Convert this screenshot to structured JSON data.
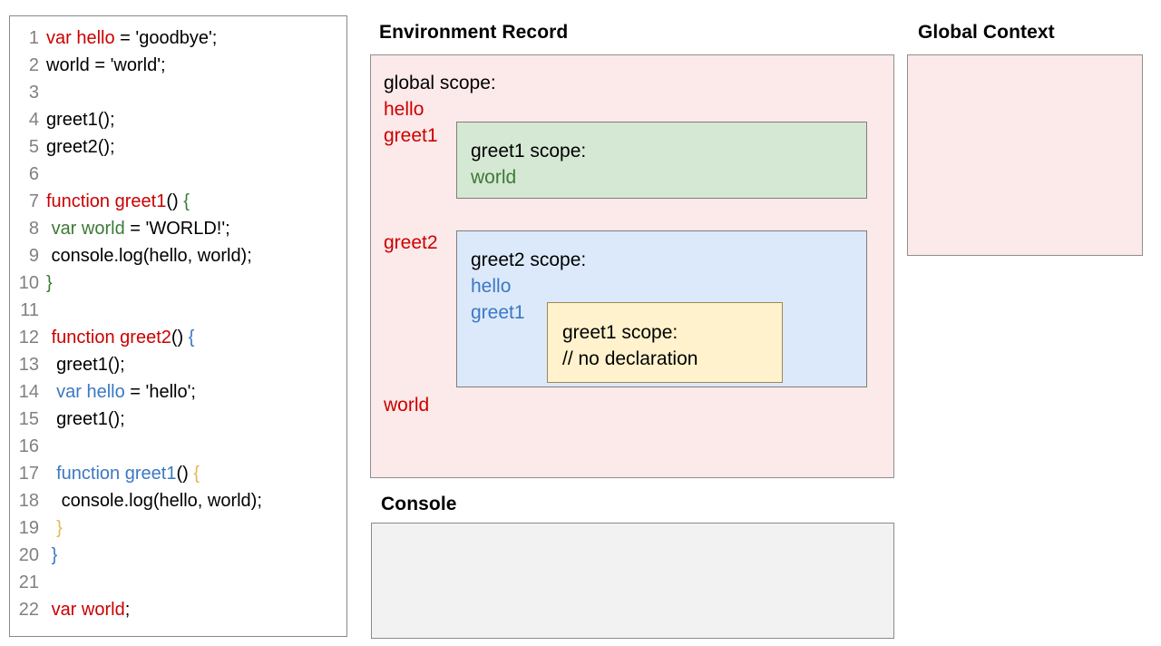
{
  "code_panel": {
    "name": "source-code",
    "lines": [
      {
        "n": "1",
        "tokens": [
          {
            "t": "var hello",
            "c": "red"
          },
          {
            "t": " = 'goodbye';",
            "c": "black"
          }
        ]
      },
      {
        "n": "2",
        "tokens": [
          {
            "t": "world = 'world';",
            "c": "black"
          }
        ]
      },
      {
        "n": "3",
        "tokens": [
          {
            "t": "",
            "c": "black"
          }
        ]
      },
      {
        "n": "4",
        "tokens": [
          {
            "t": "greet1();",
            "c": "black"
          }
        ]
      },
      {
        "n": "5",
        "tokens": [
          {
            "t": "greet2();",
            "c": "black"
          }
        ]
      },
      {
        "n": "6",
        "tokens": [
          {
            "t": "",
            "c": "black"
          }
        ]
      },
      {
        "n": "7",
        "tokens": [
          {
            "t": "function greet1",
            "c": "red"
          },
          {
            "t": "() ",
            "c": "black"
          },
          {
            "t": "{",
            "c": "green"
          }
        ]
      },
      {
        "n": "8",
        "tokens": [
          {
            "t": " ",
            "c": "black"
          },
          {
            "t": "var world",
            "c": "green"
          },
          {
            "t": " = 'WORLD!';",
            "c": "black"
          }
        ]
      },
      {
        "n": "9",
        "tokens": [
          {
            "t": " console.log(hello, world);",
            "c": "black"
          }
        ]
      },
      {
        "n": "10",
        "tokens": [
          {
            "t": "}",
            "c": "green"
          }
        ]
      },
      {
        "n": "11",
        "tokens": [
          {
            "t": "",
            "c": "black"
          }
        ]
      },
      {
        "n": "12",
        "tokens": [
          {
            "t": " ",
            "c": "black"
          },
          {
            "t": "function greet2",
            "c": "red"
          },
          {
            "t": "() ",
            "c": "black"
          },
          {
            "t": "{",
            "c": "blue"
          }
        ]
      },
      {
        "n": "13",
        "tokens": [
          {
            "t": "  greet1();",
            "c": "black"
          }
        ]
      },
      {
        "n": "14",
        "tokens": [
          {
            "t": "  ",
            "c": "black"
          },
          {
            "t": "var hello",
            "c": "blue"
          },
          {
            "t": " = 'hello';",
            "c": "black"
          }
        ]
      },
      {
        "n": "15",
        "tokens": [
          {
            "t": "  greet1();",
            "c": "black"
          }
        ]
      },
      {
        "n": "16",
        "tokens": [
          {
            "t": "",
            "c": "black"
          }
        ]
      },
      {
        "n": "17",
        "tokens": [
          {
            "t": "  ",
            "c": "black"
          },
          {
            "t": "function greet1",
            "c": "blue"
          },
          {
            "t": "() ",
            "c": "black"
          },
          {
            "t": "{",
            "c": "gold"
          }
        ]
      },
      {
        "n": "18",
        "tokens": [
          {
            "t": "   console.log(hello, world);",
            "c": "black"
          }
        ]
      },
      {
        "n": "19",
        "tokens": [
          {
            "t": "  ",
            "c": "black"
          },
          {
            "t": "}",
            "c": "gold"
          }
        ]
      },
      {
        "n": "20",
        "tokens": [
          {
            "t": " ",
            "c": "black"
          },
          {
            "t": "}",
            "c": "blue"
          }
        ]
      },
      {
        "n": "21",
        "tokens": [
          {
            "t": "",
            "c": "black"
          }
        ]
      },
      {
        "n": "22",
        "tokens": [
          {
            "t": " ",
            "c": "black"
          },
          {
            "t": "var world",
            "c": "red"
          },
          {
            "t": ";",
            "c": "black"
          }
        ]
      }
    ]
  },
  "environment_record": {
    "title": "Environment Record",
    "global_scope_label": "global scope:",
    "global_vars": {
      "hello": "hello",
      "greet1": "greet1",
      "greet2": "greet2",
      "world": "world"
    },
    "greet1_scope": {
      "title": "greet1 scope:",
      "vars": {
        "world": "world"
      }
    },
    "greet2_scope": {
      "title": "greet2 scope:",
      "vars": {
        "hello": "hello",
        "greet1": "greet1"
      },
      "nested_greet1_scope": {
        "title": "greet1 scope:",
        "note": "// no declaration"
      }
    }
  },
  "console": {
    "title": "Console",
    "output": ""
  },
  "global_context": {
    "title": "Global Context",
    "content": ""
  },
  "colors": {
    "pink_fill": "#fce9e9",
    "green_fill": "#d5e8d4",
    "blue_fill": "#dce9fb",
    "yellow_fill": "#fff2cc",
    "console_fill": "#f2f2f2",
    "border_gray": "#8f8f8f",
    "text_red": "#cc0000",
    "text_green": "#3d7a36",
    "text_blue": "#3b78c3",
    "text_gold": "#e3b94f",
    "line_number_gray": "#808080"
  }
}
